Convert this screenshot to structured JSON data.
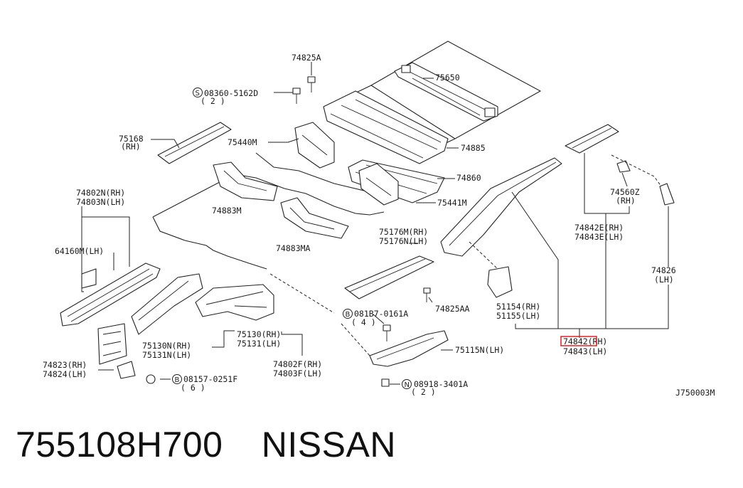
{
  "diagram": {
    "code": "J750003M",
    "highlight_color": "#e02020",
    "labels": {
      "l74825A": "74825A",
      "l08360": "08360-5162D",
      "l08360q": "( 2 )",
      "l75650": "75650",
      "l75168": "75168",
      "l75168rh": "(RH)",
      "l75440M": "75440M",
      "l74885": "74885",
      "l74860": "74860",
      "l75441M": "75441M",
      "l74883M": "74883M",
      "l74883MA": "74883MA",
      "l74802N": "74802N(RH)",
      "l74803N": "74803N(LH)",
      "l64160M": "64160M(LH)",
      "l75176M": "75176M(RH)",
      "l75176N": "75176N(LH)",
      "l74825AA": "74825AA",
      "l081B7": "081B7-0161A",
      "l081B7q": "( 4 )",
      "l75130N": "75130N(RH)",
      "l75131N": "75131N(LH)",
      "l75130": "75130(RH)",
      "l75131": "75131(LH)",
      "l74802F": "74802F(RH)",
      "l74803F": "74803F(LH)",
      "l74823": "74823(RH)",
      "l74824": "74824(LH)",
      "l08157": "08157-0251F",
      "l08157q": "( 6 )",
      "l75115N": "75115N(LH)",
      "l08918": "08918-3401A",
      "l08918q": "( 2 )",
      "l74842E": "74842E(RH)",
      "l74843E": "74843E(LH)",
      "l74560Z": "74560Z",
      "l74560Zrh": "(RH)",
      "l74826": "74826",
      "l74826lh": "(LH)",
      "l51154": "51154(RH)",
      "l51155": "51155(LH)",
      "l74842": "74842(RH)",
      "l74843": "74843(LH)"
    },
    "symbols": {
      "s": "S",
      "b1": "B",
      "b2": "B",
      "n": "N"
    }
  },
  "footer": {
    "part_number": "755108H700",
    "brand": "NISSAN"
  }
}
